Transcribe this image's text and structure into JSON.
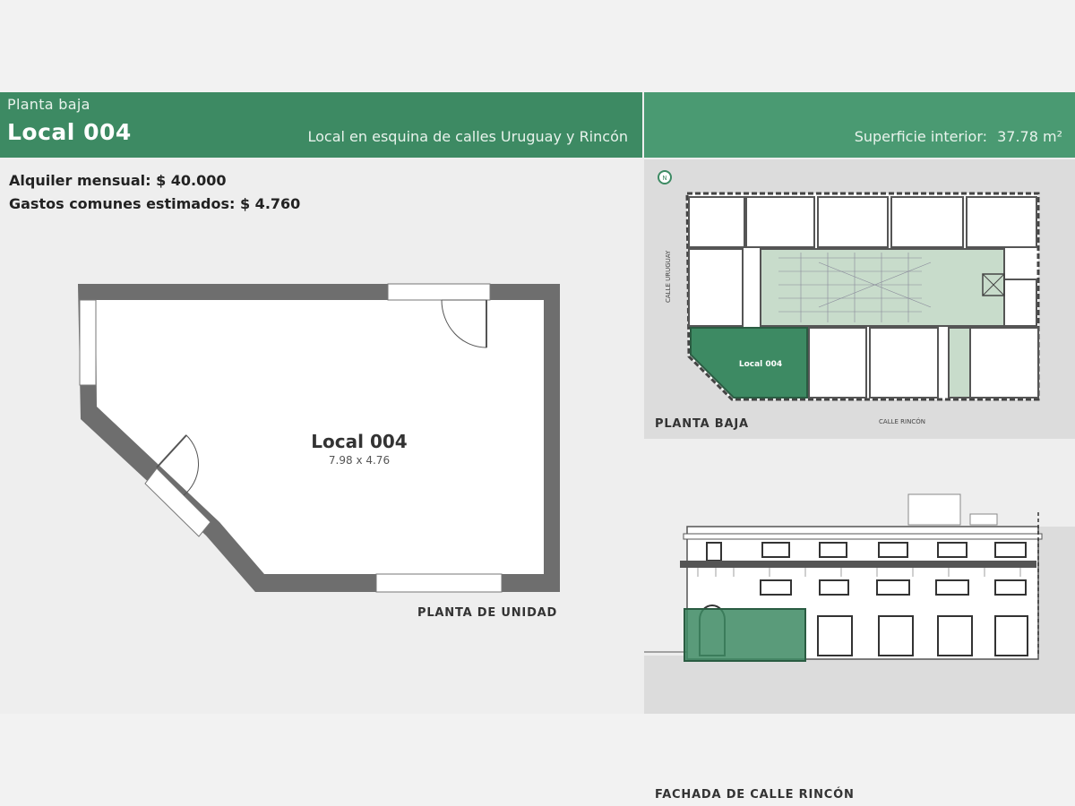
{
  "header": {
    "level": "Planta baja",
    "unit_name": "Local 004",
    "description": "Local en esquina de calles Uruguay y Rincón",
    "area_label": "Superficie interior:",
    "area_value": "37.78 m²"
  },
  "pricing": {
    "rent": "Alquiler mensual: $ 40.000",
    "common_expenses": "Gastos comunes estimados: $ 4.760"
  },
  "unit_plan": {
    "label": "Local 004",
    "dimensions": "7.98 x 4.76",
    "caption": "PLANTA DE UNIDAD"
  },
  "site_plan": {
    "caption": "PLANTA BAJA",
    "street_left": "CALLE URUGUAY",
    "street_bottom": "CALLE RINCÓN",
    "highlight_label": "Local 004",
    "north_label": "N"
  },
  "facade": {
    "caption": "FACHADA DE CALLE RINCÓN"
  },
  "colors": {
    "accent_dark": "#3d8a63",
    "accent_light": "#4a9a72",
    "wall": "#6e6e6e"
  }
}
